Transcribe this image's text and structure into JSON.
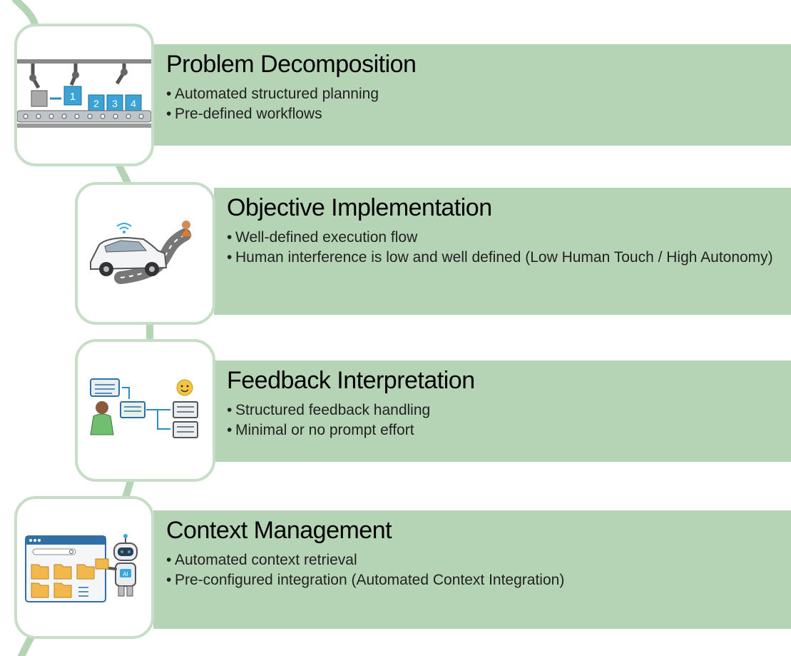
{
  "stages": [
    {
      "title": "Problem Decomposition",
      "bullets": [
        "Automated structured planning",
        "Pre-defined workflows"
      ],
      "illustration": "robot-assembly-line-icon",
      "box_numbers": [
        "1",
        "2",
        "3",
        "4"
      ]
    },
    {
      "title": "Objective Implementation",
      "bullets": [
        "Well-defined execution flow",
        "Human interference is low and well defined (Low Human Touch / High Autonomy)"
      ],
      "illustration": "autonomous-car-icon"
    },
    {
      "title": "Feedback Interpretation",
      "bullets": [
        "Structured feedback handling",
        "Minimal or no prompt effort"
      ],
      "illustration": "feedback-flow-icon"
    },
    {
      "title": "Context Management",
      "bullets": [
        "Automated context retrieval",
        "Pre-configured integration (Automated Context Integration)"
      ],
      "illustration": "ai-robot-folders-icon",
      "robot_badge": "AI"
    }
  ],
  "colors": {
    "panel": "#b5d3b5",
    "node_border": "#c6dec6",
    "spine": "#b5d3b5"
  }
}
